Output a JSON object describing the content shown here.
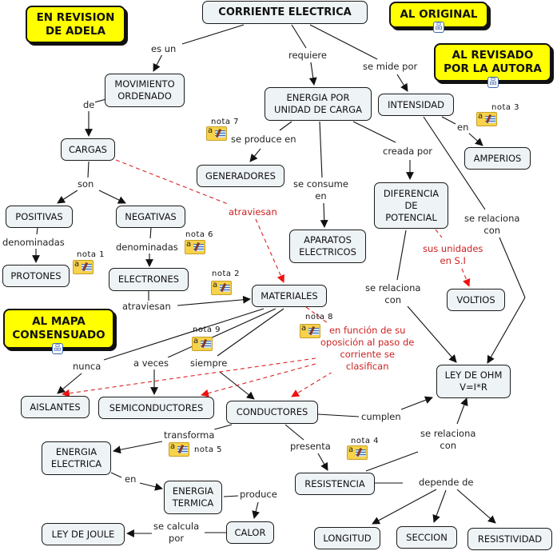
{
  "nodes": {
    "corriente": "CORRIENTE ELECTRICA",
    "movimiento": "MOVIMIENTO\nORDENADO",
    "energia_carga": "ENERGIA POR\nUNIDAD DE CARGA",
    "intensidad": "INTENSIDAD",
    "cargas": "CARGAS",
    "generadores": "GENERADORES",
    "amperios": "AMPERIOS",
    "diferencia": "DIFERENCIA\nDE\nPOTENCIAL",
    "positivas": "POSITIVAS",
    "negativas": "NEGATIVAS",
    "aparatos": "APARATOS\nELECTRICOS",
    "protones": "PROTONES",
    "electrones": "ELECTRONES",
    "materiales": "MATERIALES",
    "voltios": "VOLTIOS",
    "ley_ohm": "LEY DE OHM\nV=I*R",
    "aislantes": "AISLANTES",
    "semiconductores": "SEMICONDUCTORES",
    "conductores": "CONDUCTORES",
    "energia_electrica": "ENERGIA\nELECTRICA",
    "energia_termica": "ENERGIA\nTERMICA",
    "resistencia": "RESISTENCIA",
    "ley_joule": "LEY DE JOULE",
    "calor": "CALOR",
    "longitud": "LONGITUD",
    "seccion": "SECCION",
    "resistividad": "RESISTIVIDAD"
  },
  "links": {
    "en_revision": "EN REVISION\nDE ADELA",
    "al_original": "AL ORIGINAL",
    "al_revisado": "AL REVISADO\nPOR LA AUTORA",
    "al_mapa": "AL MAPA\nCONSENSUADO"
  },
  "labels": {
    "es_un": "es un",
    "requiere": "requiere",
    "se_mide_por": "se mide por",
    "de": "de",
    "se_produce_en": "se produce en",
    "en_amperios": "en",
    "creada_por": "creada por",
    "son": "son",
    "se_consume_en": "se consume\nen",
    "atraviesan_red": "atraviesan",
    "se_relaciona_con_1": "se relaciona\ncon",
    "denominadas_1": "denominadas",
    "denominadas_2": "denominadas",
    "sus_unidades": "sus unidades\nen S.I",
    "atraviesan": "atraviesan",
    "se_relaciona_con_2": "se relaciona\ncon",
    "en_funcion": "en función de su\noposición al paso de\ncorriente se\nclasifican",
    "nunca": "nunca",
    "a_veces": "a veces",
    "siempre": "siempre",
    "cumplen": "cumplen",
    "transforma": "transforma",
    "se_relaciona_con_3": "se relaciona\ncon",
    "presenta": "presenta",
    "en_termica": "en",
    "depende_de": "depende de",
    "produce": "produce",
    "se_calcula_por": "se calcula\npor"
  },
  "notes": {
    "n1": "nota 1",
    "n2": "nota 2",
    "n3": "nota 3",
    "n4": "nota 4",
    "n5": "nota 5",
    "n6": "nota 6",
    "n7": "nota 7",
    "n8": "nota 8",
    "n9": "nota 9"
  },
  "colors": {
    "node_fill": "#eef3f6",
    "link_fill": "#ffff00",
    "edge": "#111111",
    "red_edge": "#dd1111",
    "red_text": "#cc2222"
  }
}
